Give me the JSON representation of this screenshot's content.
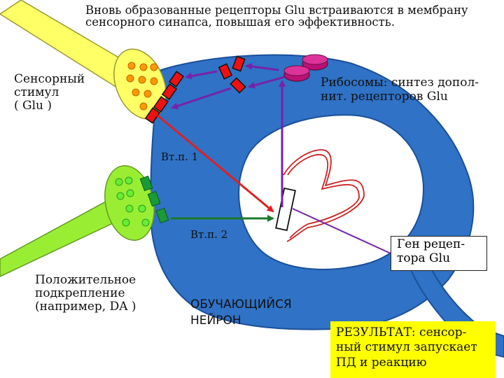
{
  "title": "Вновь образованные рецепторы Glu встраиваются в мембрану\nсенсорного синапса, повышая его эффективность.",
  "sensory_stimulus_label": "Сенсорный\nстимул\n( Glu )",
  "ribosomes_label": "Рибосомы: синтез допол-\nнит. рецепторов Glu",
  "second_messenger_1_label": "Вт.п. 1",
  "second_messenger_2_label": "Вт.п. 2",
  "positive_reinforcement_label": "Положительное\nподкрепление\n(например, DA )",
  "neuron_label": "ОБУЧАЮЩИЙСЯ\nНЕЙРОН",
  "gene_label": "Ген рецеп-\nтора Glu",
  "result_label": "РЕЗУЛЬТАТ: сенсор-\nный стимул запускает\nПД и реакцию",
  "colors": {
    "neuron_body": "#2f72c6",
    "neuron_outline": "#1b4f9a",
    "nucleus": "#ffffff",
    "sensory_terminal": "#ffff66",
    "sensory_vesicle": "#ff9900",
    "reinforcement_terminal": "#99ee33",
    "reinforcement_vesicle": "#66ee33",
    "glu_receptor": "#ee1111",
    "da_receptor": "#1a9a33",
    "ribosome": "#bb1177",
    "arrow_red": "#e02020",
    "arrow_purple": "#7722aa",
    "arrow_green": "#1a7a2a",
    "result_box": "#ffff00"
  }
}
